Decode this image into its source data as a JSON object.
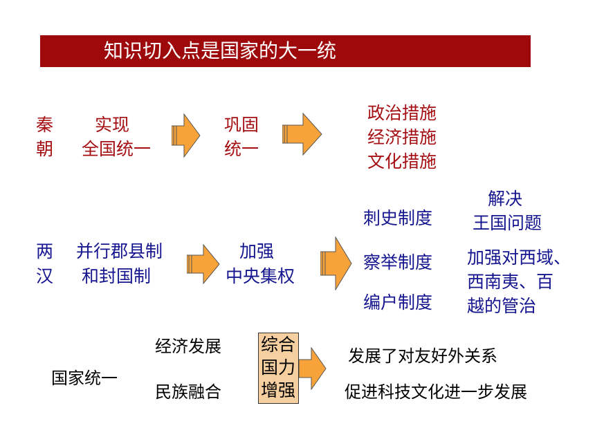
{
  "banner": {
    "title": "知识切入点是国家的大一统"
  },
  "qin": {
    "dynasty": [
      "秦",
      "朝"
    ],
    "achievement": [
      "实现",
      "全国统一"
    ],
    "consolidate": [
      "巩固",
      "统一"
    ],
    "measures": [
      "政治措施",
      "经济措施",
      "文化措施"
    ]
  },
  "han": {
    "dynasty": [
      "两",
      "汉"
    ],
    "system": [
      "并行郡县制",
      "和封国制"
    ],
    "strengthen": [
      "加强",
      "中央集权"
    ],
    "institutions": [
      "刺史制度",
      "察举制度",
      "编户制度"
    ],
    "solve": [
      "解决",
      "王国问题"
    ],
    "governance": [
      "加强对西域、",
      "西南夷、百",
      "越的管治"
    ]
  },
  "unity": {
    "label": "国家统一",
    "factors": [
      "经济发展",
      "民族融合"
    ],
    "result_box": [
      "综合",
      "国力",
      "增强"
    ],
    "outcomes": [
      "发展了对友好外关系",
      "促进科技文化进一步发展"
    ]
  },
  "colors": {
    "banner_bg": "#9e0a0b",
    "heading_red": "#a50f13",
    "text_blue": "#15158f",
    "arrow_fill": "#f7a33a",
    "box_fill": "#f6cfa1"
  }
}
